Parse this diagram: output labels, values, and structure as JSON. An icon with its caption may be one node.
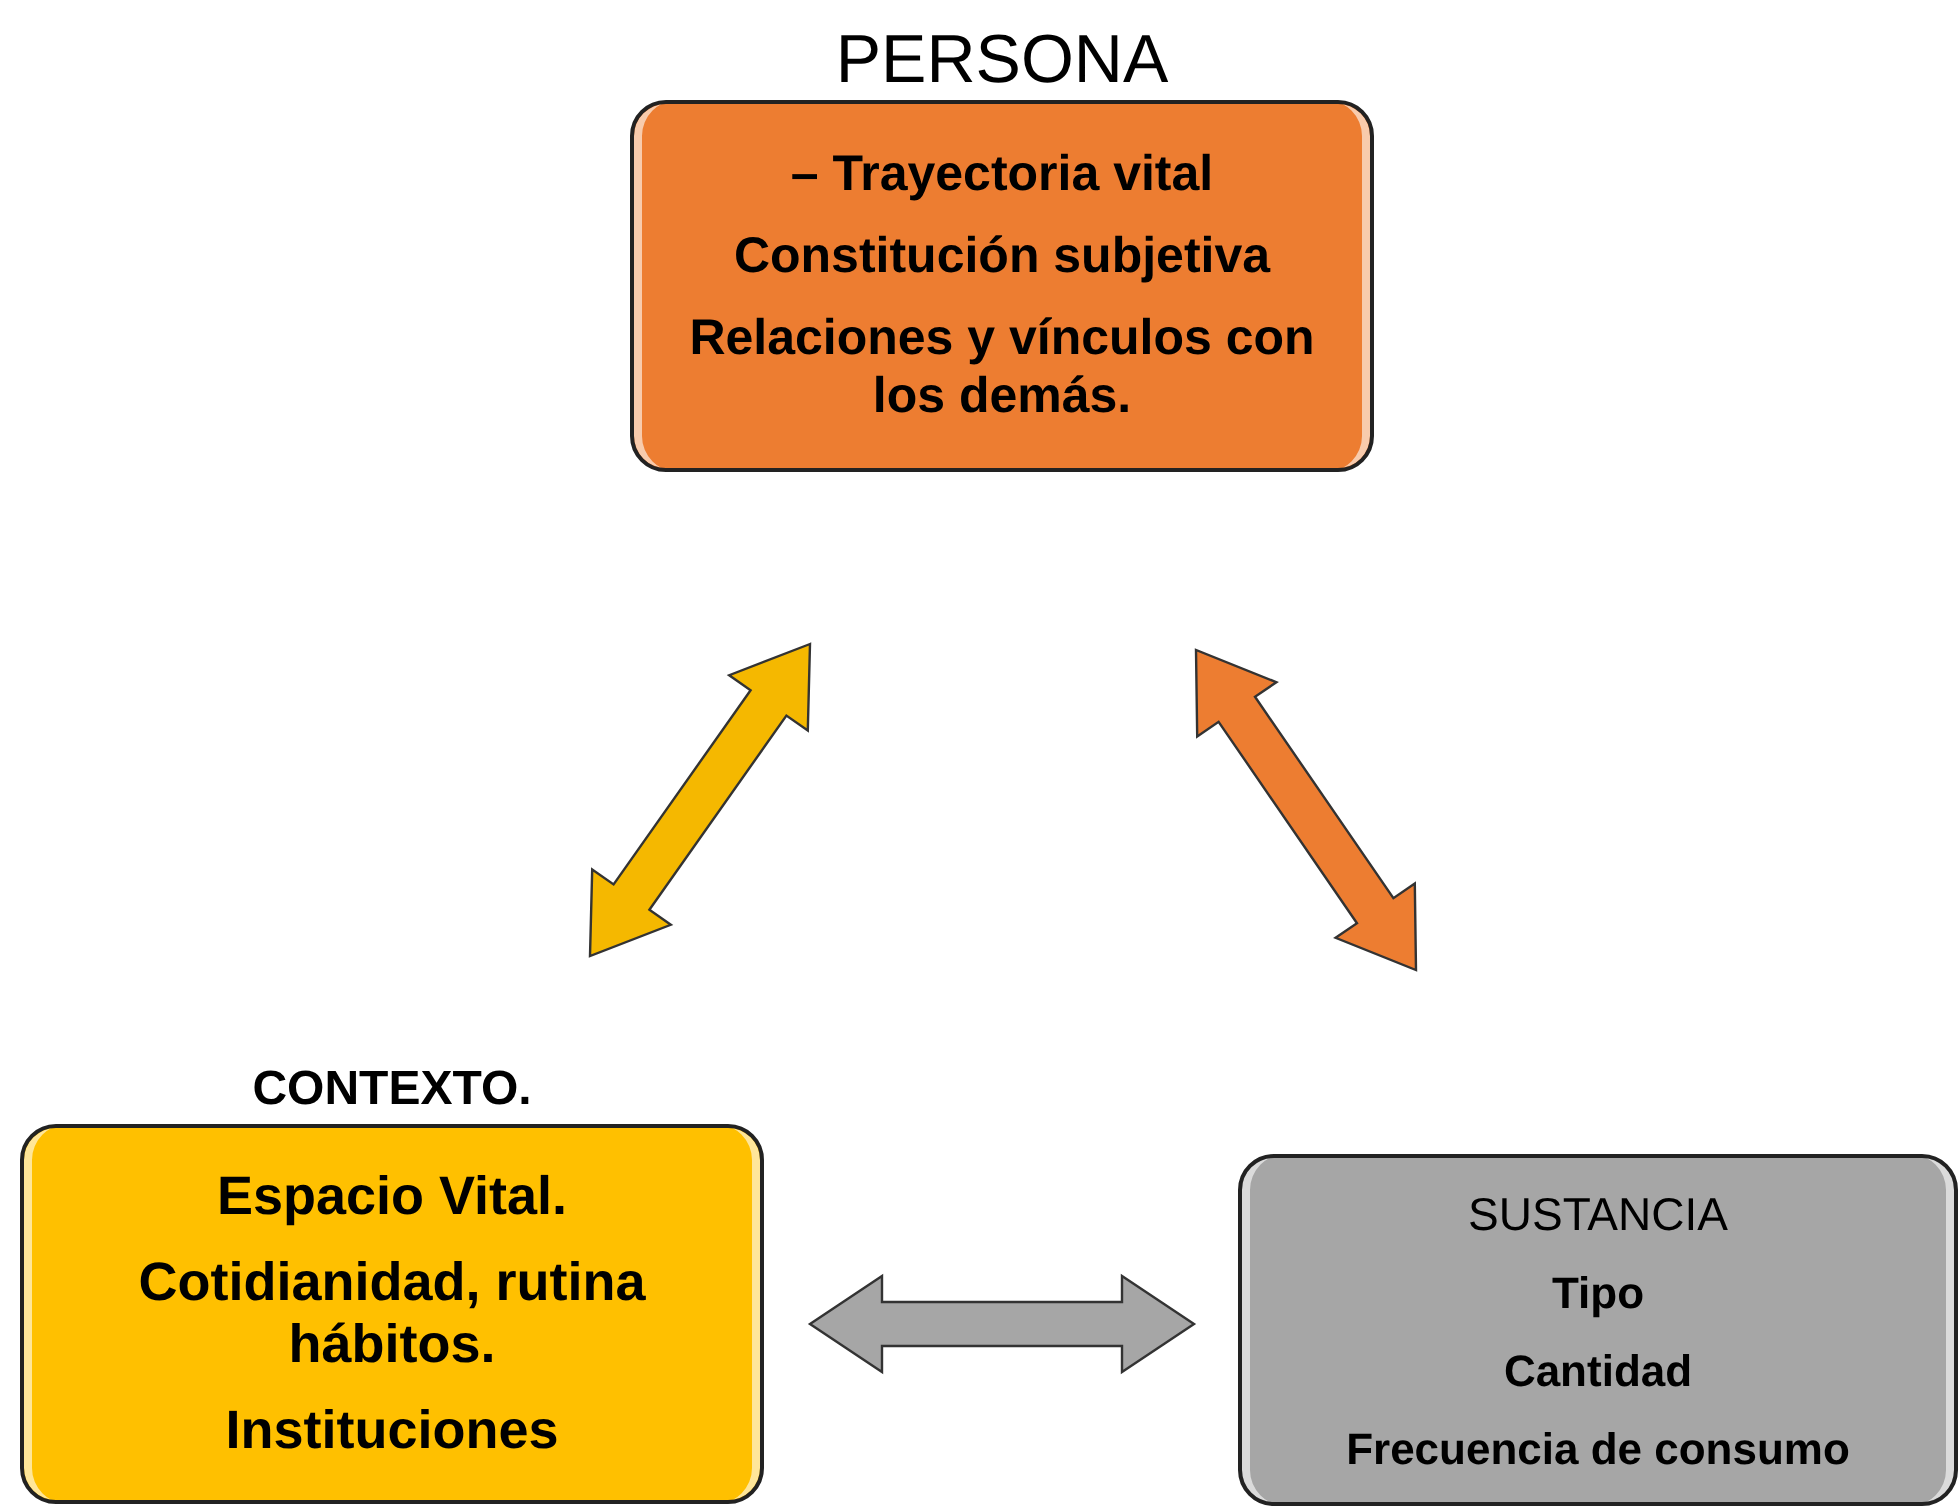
{
  "diagram": {
    "nodes": [
      {
        "text": [
          "PERSONA",
          "– Trayectoria vital",
          "Constitución subjetiva",
          "Relaciones y vínculos con los demás."
        ]
      },
      {
        "text": [
          "CONTEXTO.",
          "Espacio Vital.",
          "Cotidianidad, rutina hábitos.",
          "Instituciones"
        ]
      },
      {
        "text": [
          "SUSTANCIA",
          "Tipo",
          "Cantidad",
          "Frecuencia de consumo"
        ]
      }
    ],
    "edges": [
      {
        "from": 0,
        "to": 1,
        "arrow": "both",
        "color": "#f5b800"
      },
      {
        "from": 0,
        "to": 2,
        "arrow": "both",
        "color": "#ed7d31"
      },
      {
        "from": 1,
        "to": 2,
        "arrow": "both",
        "color": "#a6a6a6"
      }
    ]
  }
}
